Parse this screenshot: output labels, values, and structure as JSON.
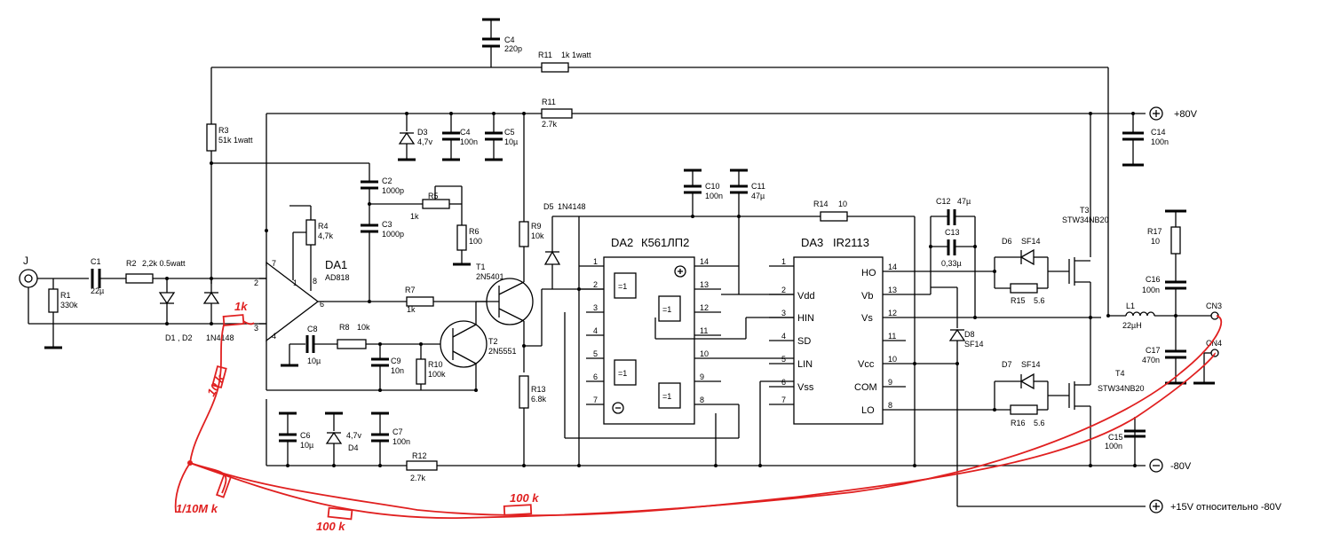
{
  "components": {
    "J": "J",
    "C1": {
      "ref": "C1",
      "val": "22µ"
    },
    "R1": {
      "ref": "R1",
      "val": "330k"
    },
    "R2": {
      "ref": "R2",
      "val": "2,2k 0.5watt"
    },
    "D12": {
      "ref": "D1 , D2",
      "val": "1N4148"
    },
    "R3": {
      "ref": "R3",
      "val": "51k 1watt"
    },
    "C4top": {
      "ref": "C4",
      "val": "220p"
    },
    "R11top": {
      "ref": "R11",
      "val": "1k 1watt"
    },
    "R11": {
      "ref": "R11",
      "val": "2.7k"
    },
    "D3": {
      "ref": "D3",
      "val": "4,7v"
    },
    "C4": {
      "ref": "C4",
      "val": "100n"
    },
    "C5": {
      "ref": "C5",
      "val": "10µ"
    },
    "C2": {
      "ref": "C2",
      "val": "1000p"
    },
    "C3": {
      "ref": "C3",
      "val": "1000p"
    },
    "R5": {
      "ref": "R5",
      "val": "1k"
    },
    "R6": {
      "ref": "R6",
      "val": "100"
    },
    "R4": {
      "ref": "R4",
      "val": "4,7k"
    },
    "DA1": {
      "ref": "DA1",
      "val": "AD818"
    },
    "R7": {
      "ref": "R7",
      "val": "1k"
    },
    "R8": {
      "ref": "R8",
      "val": "10k"
    },
    "C8": {
      "ref": "C8",
      "val": "10µ"
    },
    "C9": {
      "ref": "C9",
      "val": "10n"
    },
    "R10": {
      "ref": "R10",
      "val": "100k"
    },
    "T1": {
      "ref": "T1",
      "val": "2N5401"
    },
    "T2": {
      "ref": "T2",
      "val": "2N5551"
    },
    "C6": {
      "ref": "C6",
      "val": "10µ"
    },
    "D4": {
      "ref": "D4",
      "val": "4,7v"
    },
    "C7": {
      "ref": "C7",
      "val": "100n"
    },
    "R12": {
      "ref": "R12",
      "val": "2.7k"
    },
    "D5": {
      "ref": "D5",
      "val": "1N4148"
    },
    "R9": {
      "ref": "R9",
      "val": "10k"
    },
    "R13": {
      "ref": "R13",
      "val": "6.8k"
    },
    "C10": {
      "ref": "C10",
      "val": "100n"
    },
    "C11": {
      "ref": "C11",
      "val": "47µ"
    },
    "R14": {
      "ref": "R14",
      "val": "10"
    },
    "DA2": {
      "ref": "DA2",
      "val": "К561ЛП2"
    },
    "DA3": {
      "ref": "DA3",
      "val": "IR2113"
    },
    "C12": {
      "ref": "C12",
      "val": "47µ"
    },
    "C13": {
      "ref": "C13",
      "val": "0,33µ"
    },
    "D6": {
      "ref": "D6",
      "val": "SF14"
    },
    "R15": {
      "ref": "R15",
      "val": "5.6"
    },
    "D7": {
      "ref": "D7",
      "val": "SF14"
    },
    "R16": {
      "ref": "R16",
      "val": "5.6"
    },
    "D8": {
      "ref": "D8",
      "val": "SF14"
    },
    "T3": {
      "ref": "T3",
      "val": "STW34NB20"
    },
    "T4": {
      "ref": "T4",
      "val": "STW34NB20"
    },
    "C14": {
      "ref": "C14",
      "val": "100n"
    },
    "R17": {
      "ref": "R17",
      "val": "10"
    },
    "C16": {
      "ref": "C16",
      "val": "100n"
    },
    "C17": {
      "ref": "C17",
      "val": "470n"
    },
    "C15": {
      "ref": "C15",
      "val": "100n"
    },
    "L1": {
      "ref": "L1",
      "val": "22µH"
    },
    "CN3": "CN3",
    "CN4": "CN4"
  },
  "rails": {
    "pos": "+80V",
    "neg": "-80V",
    "aux": "+15V относительно -80V"
  },
  "gate": "=1",
  "da3_pins_left": [
    "Vdd",
    "HIN",
    "SD",
    "LIN",
    "Vss"
  ],
  "da3_pins_right": [
    "HO",
    "Vb",
    "Vs",
    "Vcc",
    "COM",
    "LO"
  ],
  "pins": {
    "da1": [
      "2",
      "3",
      "4",
      "7",
      "8",
      "1",
      "6"
    ],
    "da2_left": [
      "1",
      "2",
      "3",
      "4",
      "5",
      "6",
      "7"
    ],
    "da2_right": [
      "14",
      "13",
      "12",
      "11",
      "10",
      "9",
      "8"
    ],
    "da3_left": [
      "1",
      "2",
      "3",
      "4",
      "5",
      "6",
      "7"
    ],
    "da3_right": [
      "14",
      "13",
      "12",
      "11",
      "10",
      "9",
      "8"
    ]
  },
  "annotations": {
    "a1k": "1k",
    "a10k": "10 k",
    "a10M": "1/10M k",
    "a100k_1": "100 k",
    "a100k_2": "100 k"
  }
}
